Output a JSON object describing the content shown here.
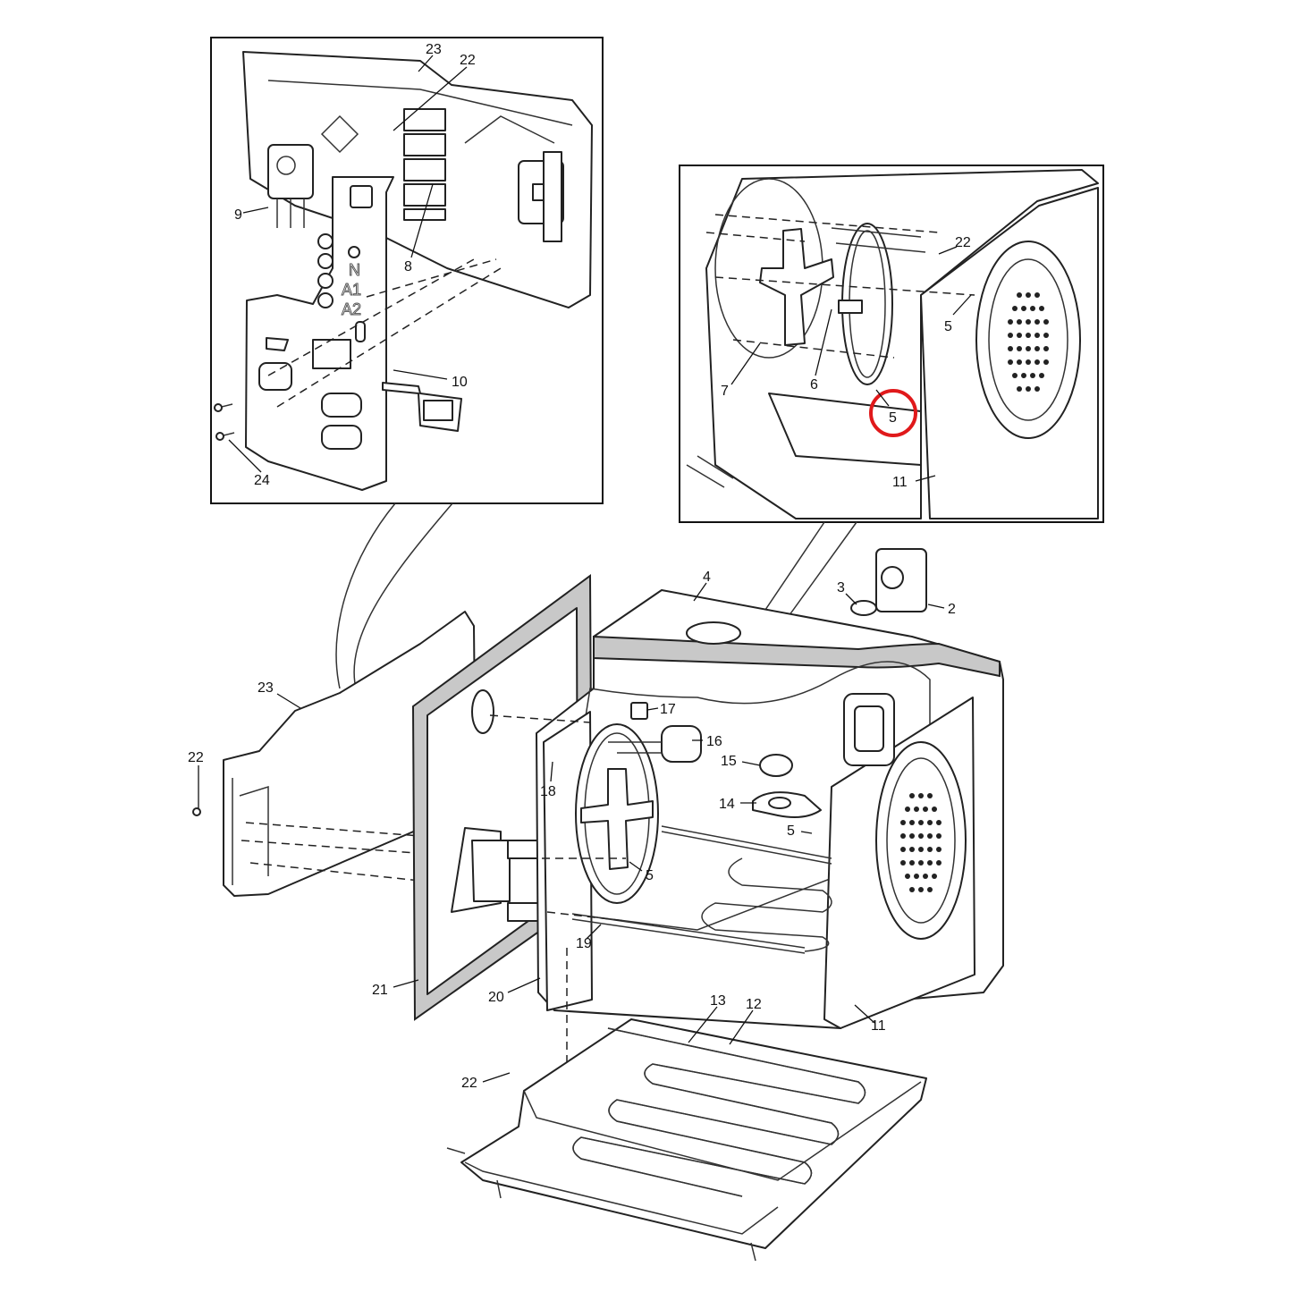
{
  "diagram": {
    "callouts": [
      "23",
      "22",
      "9",
      "8",
      "10",
      "24",
      "22",
      "5",
      "7",
      "6",
      "5",
      "11",
      "4",
      "3",
      "2",
      "23",
      "22",
      "17",
      "16",
      "18",
      "15",
      "14",
      "5",
      "5",
      "21",
      "20",
      "19",
      "13",
      "12",
      "11",
      "22"
    ],
    "embossed_labels": [
      "N",
      "A1",
      "A2"
    ],
    "highlight_color": "#e0191b"
  }
}
